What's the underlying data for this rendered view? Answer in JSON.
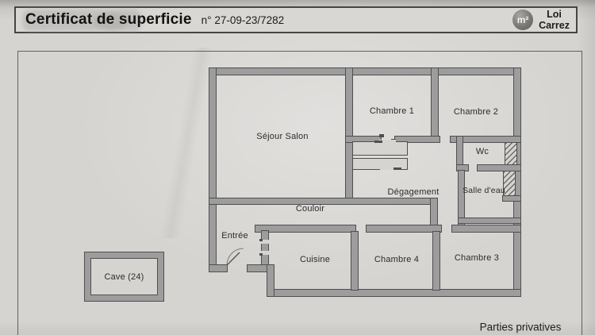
{
  "document": {
    "title": "Certificat de superficie",
    "number": "n° 27-09-23/7282",
    "badge": {
      "logo": "m²",
      "label": "Loi Carrez",
      "label_top": "Loi",
      "label_bottom": "Carrez"
    }
  },
  "floorplan": {
    "rooms": {
      "sejour": "Séjour Salon",
      "chambre1": "Chambre 1",
      "chambre2": "Chambre 2",
      "wc": "Wc",
      "degagement": "Dégagement",
      "salle_deau": "Salle d'eau",
      "couloir": "Couloir",
      "entree": "Entrée",
      "cuisine": "Cuisine",
      "chambre4": "Chambre 4",
      "chambre3": "Chambre 3",
      "cave": "Cave (24)"
    },
    "legend": "Parties privatives"
  },
  "colors": {
    "paper": "#d6d4d1",
    "wall_fill": "#9d9d9d",
    "wall_edge": "#4f4f4f",
    "text": "#2b2b2b",
    "header_border": "#454545"
  }
}
